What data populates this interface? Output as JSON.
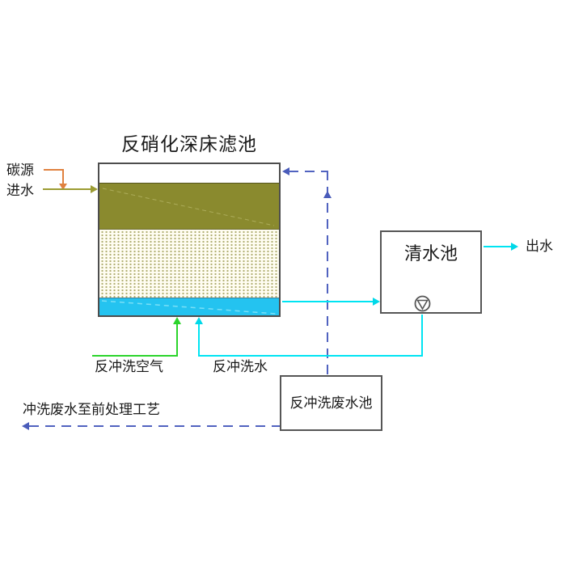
{
  "diagram": {
    "title": "反硝化深床滤池",
    "labels": {
      "carbon_source": "碳源",
      "influent": "进水",
      "clear_water_tank": "清水池",
      "effluent": "出水",
      "backwash_air": "反冲洗空气",
      "backwash_water": "反冲洗水",
      "backwash_waste_tank": "反冲洗废水池",
      "waste_to_pretreatment": "冲洗废水至前处理工艺"
    },
    "filter_tank_layers": [
      "freeboard",
      "anoxic-media-olive",
      "sand-media-dotted",
      "underdrain-cyan"
    ],
    "icons": {
      "pump": "pump-icon"
    },
    "colors": {
      "carbon_source_line": "#e0813f",
      "influent_line": "#9c9c33",
      "media_olive": "#8a8a2e",
      "media_sand_dot": "#969446",
      "underdrain_cyan": "#24c3f0",
      "clean_water_line": "#00e4f2",
      "backwash_air_line": "#2bd42b",
      "waste_dashed_line": "#5163c0",
      "outline": "#4d4d4d"
    }
  }
}
